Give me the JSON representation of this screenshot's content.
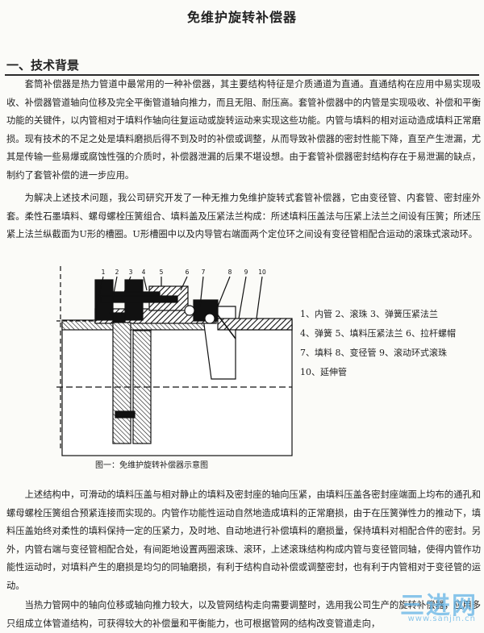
{
  "title": "免维护旋转补偿器",
  "section_heading": "一、技术背景",
  "paragraphs": [
    "套筒补偿器是热力管道中最常用的一种补偿器，其主要结构特征是介质通道为直通。直通结构在应用中易实现吸收、补偿器管道轴向位移及完全平衡管道轴向推力，而且无阻、耐压高。套管补偿器中的内管是实现吸收、补偿和平衡功能的关键件，以内管相对于填料作轴向往复运动或旋转运动来实现这些功能。内管与填料的相对运动造成填料正常磨损。现有技术的不足之处是填料磨损后得不到及时的补偿或调整，从而导致补偿器的密封性能下降，直至产生泄漏，尤其是传输一些易爆或腐蚀性强的介质时，补偿器泄漏的后果不堪设想。由于套管补偿器密封结构存在于易泄漏的缺点，制约了套管补偿的进一步应用。",
    "为解决上述技术问题，我公司研究开发了一种无推力免维护旋转式套管补偿器，它由变径管、内套管、密封座外套。柔性石墨填料、螺母螺栓压簧组合、填料盖及压紧法兰构成：所述填料压盖法与压紧上法兰之间设有压簧；所述压紧上法兰纵截面为U形的槽圈。U形槽圈中以及内导管右端面两个定位环之间设有变径管相配合运动的滚珠式滚动环。",
    "上述结构中，可滑动的填料压盖与相对静止的填料及密封座的轴向压紧，由填料压盖各密封座端面上均布的通孔和螺母螺栓压簧组合预紧连接而实现的。内管作功能性运动自然地造成填料的正常磨损，由于在压簧弹性力的推动下，填料压盖始终对柔性的填料保持一定的压紧力，及时地、自动地进行补偿填料的磨损量，保持填料对相配合件的密封。另外，内管右端与变径管相配合处，有间距地设置两圈滚珠、滚环，上述滚珠结构构成内管与变径管同轴，使得内管作功能性运动时，对填料产生的磨损是均匀的同轴磨损，有利于结构自动补偿或调整密封，也有利于内管相对于变径管的运动。",
    "当热力管网中的轴向位移或轴向推力较大，以及管网结构走向需要调整时，选用我公司生产的旋转补偿器，应用多只组成立体管道结构，可获得较大的补偿量和平衡能力，也可根据管网的结构改变管道走向，"
  ],
  "figure": {
    "part_numbers": [
      "1",
      "2",
      "3",
      "4",
      "5",
      "6",
      "7",
      "8",
      "9",
      "10"
    ],
    "legend": [
      "1、内管   2、滚珠   3、弹簧压紧法兰",
      "4、弹簧   5、填料压紧法兰   6、拉杆螺帽",
      "7、填料   8、变径管   9、滚动环式滚珠",
      "10、延伸管"
    ],
    "caption": "图一：免维护旋转补偿器示意图"
  },
  "watermark": {
    "main": "三进网",
    "sub": "www.sanjin.cn"
  },
  "colors": {
    "text": "#222222",
    "background": "#fbfbf8",
    "watermark": "#64b4e6"
  }
}
